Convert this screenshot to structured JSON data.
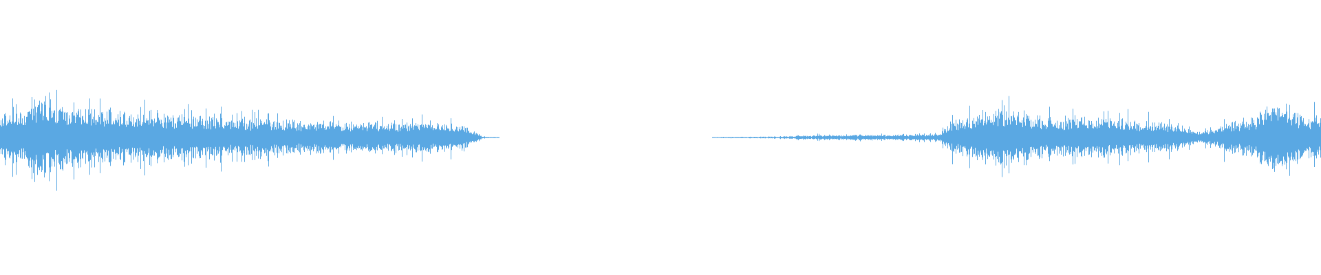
{
  "waveform": {
    "color": "#5aa8e3",
    "background": "#ffffff",
    "segments": [
      {
        "name": "segment-1",
        "start": 0.0,
        "end": 0.378,
        "envelope": [
          [
            0.0,
            0.55
          ],
          [
            0.02,
            0.58
          ],
          [
            0.03,
            0.95
          ],
          [
            0.04,
            0.72
          ],
          [
            0.06,
            0.7
          ],
          [
            0.08,
            0.62
          ],
          [
            0.1,
            0.55
          ],
          [
            0.12,
            0.52
          ],
          [
            0.14,
            0.5
          ],
          [
            0.16,
            0.46
          ],
          [
            0.18,
            0.4
          ],
          [
            0.22,
            0.38
          ],
          [
            0.26,
            0.36
          ],
          [
            0.3,
            0.34
          ],
          [
            0.33,
            0.36
          ],
          [
            0.35,
            0.28
          ],
          [
            0.36,
            0.12
          ],
          [
            0.365,
            0.02
          ],
          [
            0.378,
            0.01
          ]
        ]
      },
      {
        "name": "segment-2",
        "start": 0.539,
        "end": 1.0,
        "envelope": [
          [
            0.539,
            0.01
          ],
          [
            0.58,
            0.02
          ],
          [
            0.62,
            0.05
          ],
          [
            0.68,
            0.06
          ],
          [
            0.71,
            0.08
          ],
          [
            0.72,
            0.35
          ],
          [
            0.75,
            0.65
          ],
          [
            0.77,
            0.55
          ],
          [
            0.8,
            0.4
          ],
          [
            0.83,
            0.45
          ],
          [
            0.86,
            0.38
          ],
          [
            0.89,
            0.3
          ],
          [
            0.91,
            0.12
          ],
          [
            0.93,
            0.35
          ],
          [
            0.95,
            0.45
          ],
          [
            0.965,
            0.85
          ],
          [
            0.975,
            0.6
          ],
          [
            0.99,
            0.5
          ],
          [
            1.0,
            0.45
          ]
        ]
      }
    ]
  }
}
